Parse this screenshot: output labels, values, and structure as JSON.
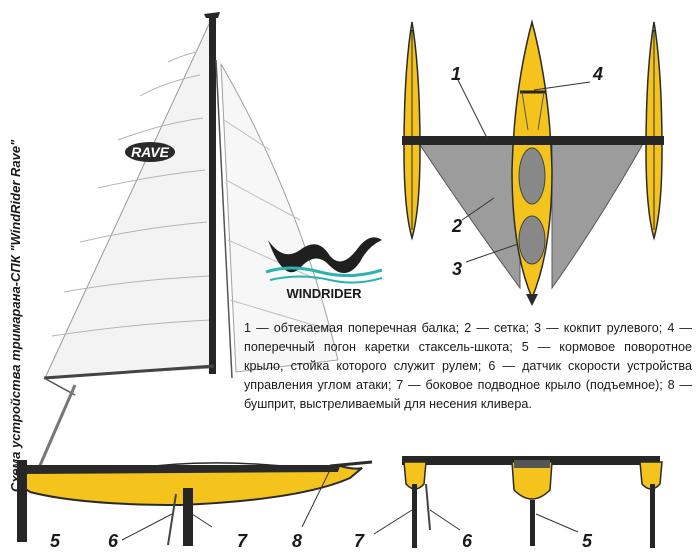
{
  "vertical_title": "Схема устройства тримарана-СПК \"WindRider Rave\"",
  "logo_text": "WINDRIDER",
  "sail_logo_text": "RAVE",
  "caption": "1 — обтекаемая поперечная балка; 2 — сетка; 3 — кокпит рулевого; 4 — поперечный погон каретки стаксель-шкота; 5 — кормовое поворотное крыло, стойка которого служит рулем; 6 — датчик скорости устройства управления углом атаки; 7 — боковое подводное крыло (подъемное); 8 — бушприт, выстреливаемый для несения кливера.",
  "callouts": {
    "top": {
      "c1": "1",
      "c2": "2",
      "c3": "3",
      "c4": "4"
    },
    "side": {
      "c5": "5",
      "c6": "6",
      "c7": "7",
      "c8": "8"
    },
    "front": {
      "c7": "7",
      "c6": "6",
      "c5": "5"
    }
  },
  "colors": {
    "hull_yellow": "#f4c41c",
    "dark": "#2a2a2a",
    "net_gray": "#9c9c9c",
    "sail": "#f2f2f2",
    "water_teal": "#2bb3b0"
  }
}
